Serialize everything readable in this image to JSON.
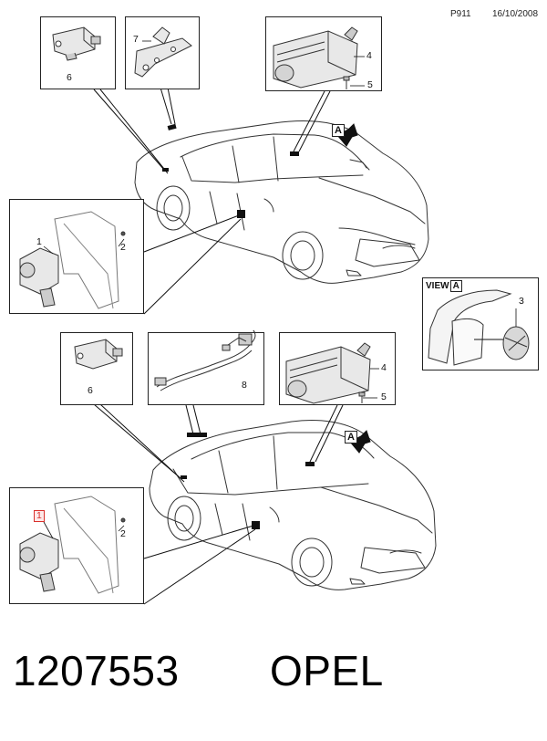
{
  "header": {
    "code": "P911",
    "date": "16/10/2008"
  },
  "footer": {
    "part_number": "1207553",
    "brand": "OPEL"
  },
  "view": {
    "word": "VIEW",
    "letter": "A"
  },
  "direction_letter": "A",
  "callouts": {
    "top": {
      "c6": "6",
      "c7": "7",
      "c4": "4",
      "c5": "5",
      "c1": "1",
      "c2": "2"
    },
    "view": {
      "c3": "3"
    },
    "bottom": {
      "c6": "6",
      "c8": "8",
      "c4": "4",
      "c5": "5",
      "c1": "1",
      "c2": "2"
    }
  }
}
